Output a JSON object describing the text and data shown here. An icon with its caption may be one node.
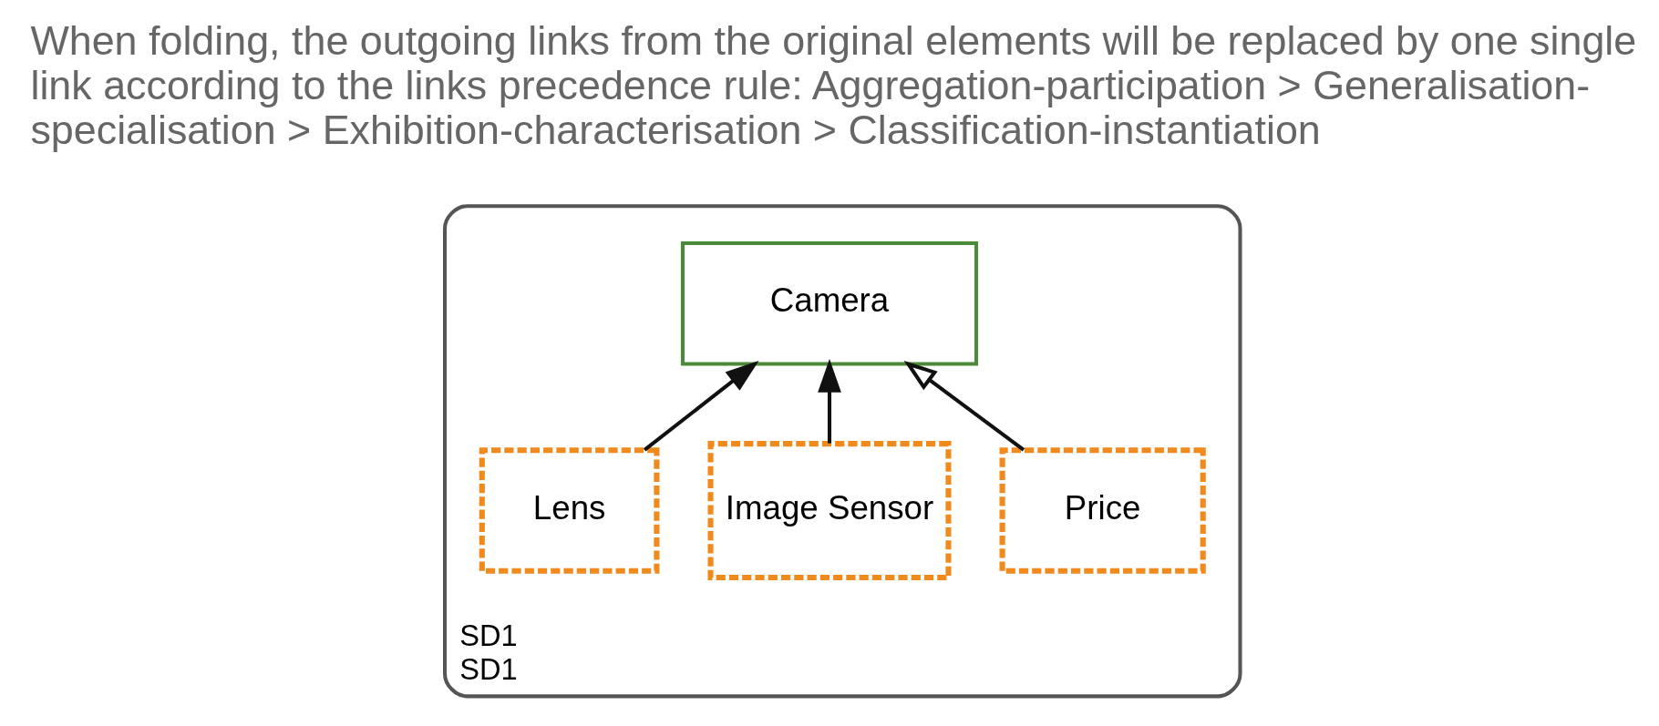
{
  "diagram": {
    "nodes": [
      {
        "text": [
          "SD1",
          "SD1"
        ]
      },
      {
        "text": [
          "Camera"
        ],
        "in": 0
      },
      {
        "text": [
          "Lens"
        ],
        "in": 0
      },
      {
        "text": [
          "Image Sensor"
        ],
        "in": 0
      },
      {
        "text": [
          "Price"
        ],
        "in": 0
      }
    ],
    "edges": [
      {
        "from": 2,
        "to": 1,
        "arrow": "to"
      },
      {
        "from": 3,
        "to": 1,
        "arrow": "to"
      },
      {
        "from": 4,
        "to": 1,
        "arrow": "to"
      }
    ],
    "labels": [
      "When folding, the outgoing links from the original elements will be replaced by one single link according to the links precedence rule: Aggregation-participation > Generalisation-specialisation > Exhibition-characterisation > Classification-instantiation"
    ]
  }
}
